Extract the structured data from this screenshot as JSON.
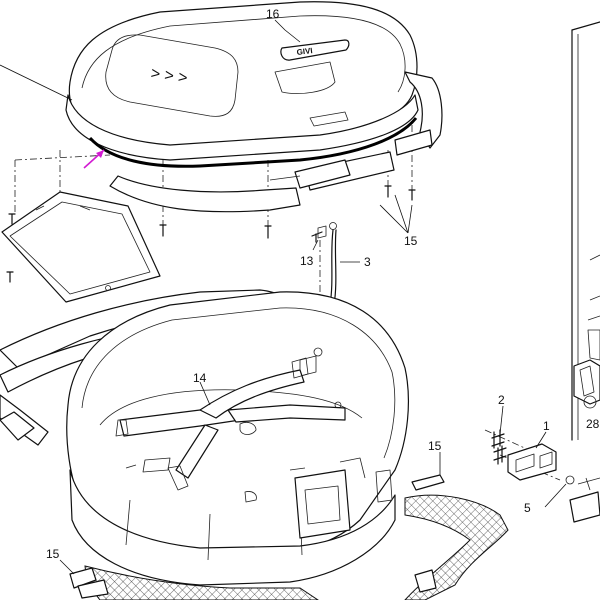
{
  "callouts": {
    "c16": "16",
    "c15_lid": "15",
    "c13": "13",
    "c3": "3",
    "c14": "14",
    "c2": "2",
    "c1": "1",
    "c5": "5",
    "c15_right": "15",
    "c15_left": "15",
    "c28": "28"
  },
  "lid_emblem_text": "GIVI",
  "lid_chevrons": "> > >",
  "colors": {
    "arrow": "#d21bd2",
    "lines": "#111111"
  }
}
